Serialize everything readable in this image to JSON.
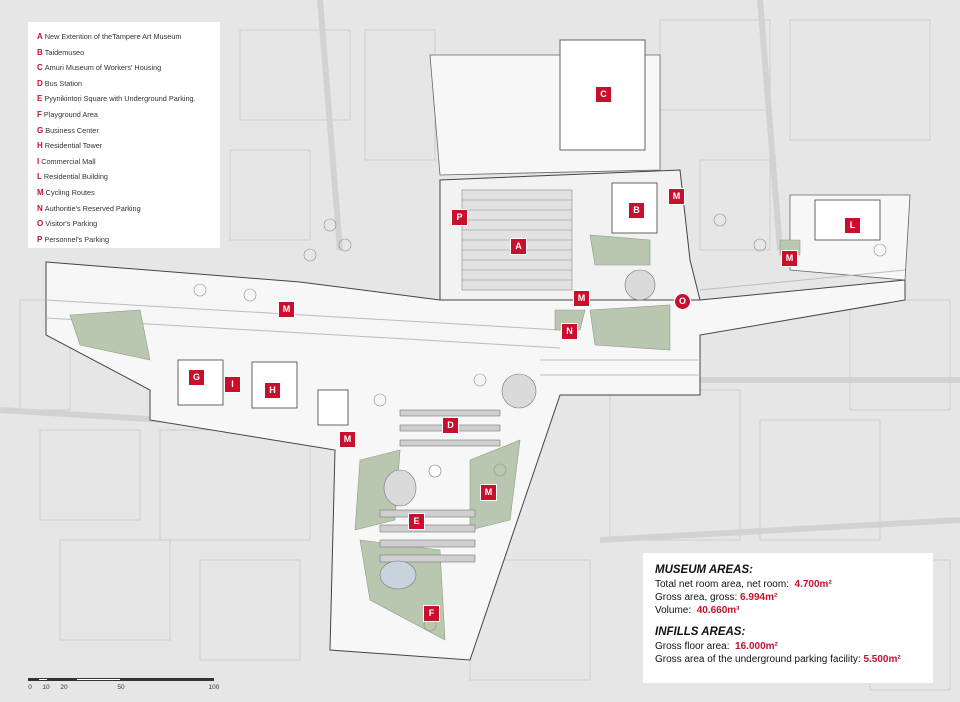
{
  "legend": [
    {
      "key": "A",
      "label": "New Extention of theTampere Art Museum"
    },
    {
      "key": "B",
      "label": "Taidemuseo"
    },
    {
      "key": "C",
      "label": "Amuri Museum of Workers' Housing"
    },
    {
      "key": "D",
      "label": "Bus Station"
    },
    {
      "key": "E",
      "label": "Pyynikintori Square with Underground Parking."
    },
    {
      "key": "F",
      "label": "Playground Area"
    },
    {
      "key": "G",
      "label": "Business Center"
    },
    {
      "key": "H",
      "label": "Residential Tower"
    },
    {
      "key": "I",
      "label": "Commercial Mall"
    },
    {
      "key": "L",
      "label": "Residential Building"
    },
    {
      "key": "M",
      "label": "Cycling Routes"
    },
    {
      "key": "N",
      "label": "Authoritie's Reserved Parking"
    },
    {
      "key": "O",
      "label": "Visitor's Parking"
    },
    {
      "key": "P",
      "label": "Personnel's Parking"
    }
  ],
  "markers": {
    "a": "A",
    "b": "B",
    "c": "C",
    "d": "D",
    "e": "E",
    "f": "F",
    "g": "G",
    "h": "H",
    "i": "I",
    "l": "L",
    "m": "M",
    "n": "N",
    "o": "O",
    "p": "P"
  },
  "areas": {
    "museum_title": "MUSEUM AREAS:",
    "net_label": "Total net room area, net room:",
    "net_value": "4.700m²",
    "gross_label": "Gross area, gross:",
    "gross_value": "6.994m²",
    "volume_label": "Volume:",
    "volume_value": "40.660m³",
    "infills_title": "INFILLS AREAS:",
    "floor_label": "Gross floor area:",
    "floor_value": "16.000m²",
    "parking_label": "Gross area of the underground parking facility:",
    "parking_value": "5.500m²"
  },
  "scale": {
    "ticks": [
      "0",
      "10",
      "20",
      "50",
      "100"
    ]
  },
  "colors": {
    "marker": "#c8102e",
    "background": "#e6e6e6",
    "site": "#f7f7f7",
    "green": "#b9c7b1"
  }
}
